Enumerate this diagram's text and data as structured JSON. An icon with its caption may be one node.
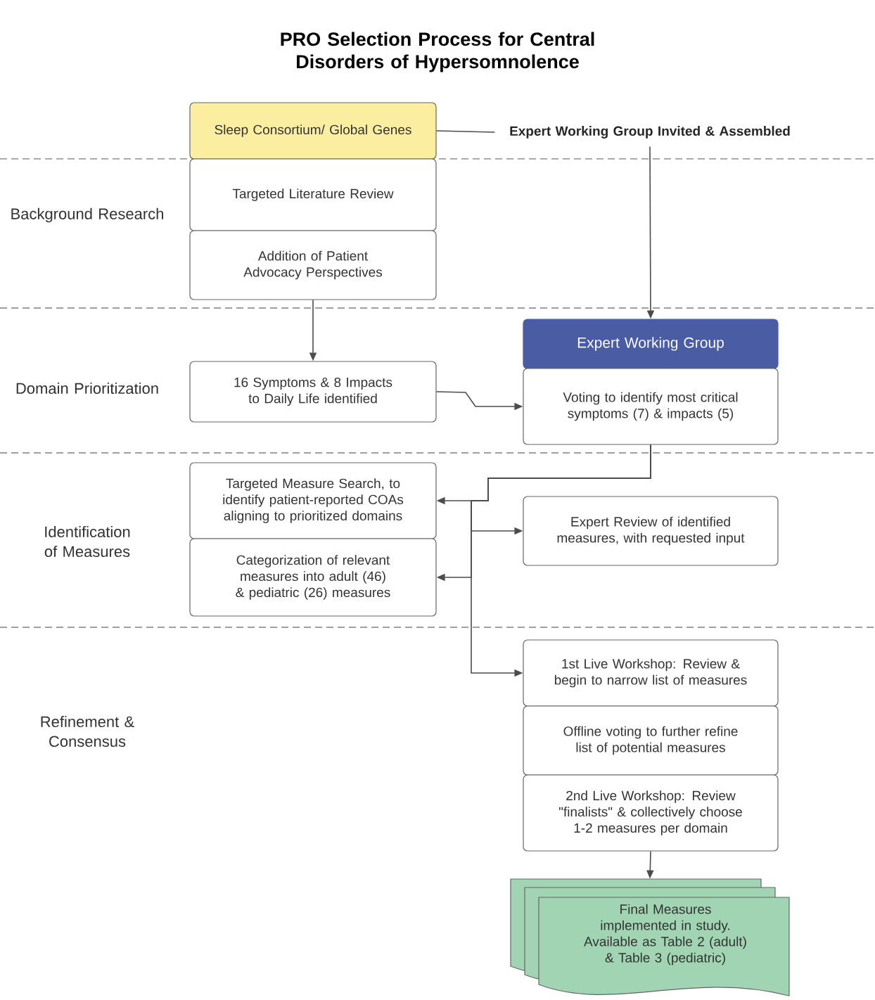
{
  "diagram": {
    "title": "PRO Selection Process for Central Disorders of Hypersomnolence",
    "nodes": [
      {
        "text": [
          "Sleep Consortium/ Global Genes"
        ]
      },
      {
        "text": [
          "Targeted Literature Review"
        ]
      },
      {
        "text": [
          "Addition of Patient Advocacy Perspectives"
        ]
      },
      {
        "text": [
          "Expert Working Group Invited & Assembled"
        ]
      },
      {
        "text": [
          "16 Symptoms & 8 Impacts to Daily Life identified"
        ]
      },
      {
        "text": [
          "Expert Working Group"
        ]
      },
      {
        "text": [
          "Voting to identify most critical symptoms (7) & impacts (5)"
        ]
      },
      {
        "text": [
          "Targeted Measure Search, to identify patient-reported COAs aligning to prioritized domains"
        ]
      },
      {
        "text": [
          "Categorization of relevant measures into adult (46) & pediatric (26) measures"
        ]
      },
      {
        "text": [
          "Expert Review of identified measures, with requested input"
        ]
      },
      {
        "text": [
          "1st Live Workshop: Review & begin to narrow list of measures"
        ]
      },
      {
        "text": [
          "Offline voting to further refine list of potential measures"
        ]
      },
      {
        "text": [
          "2nd Live Workshop: Review \"finalists\" & collectively choose 1-2 measures per domain"
        ]
      },
      {
        "text": [
          "Final Measures implemented in study.",
          "Available as Table 2 (adult) & Table 3 (pediatric)"
        ]
      }
    ],
    "edges": [
      {
        "from": 0,
        "to": 3,
        "arrow": "none"
      },
      {
        "from": 3,
        "to": 5,
        "arrow": "to"
      },
      {
        "from": 2,
        "to": 4,
        "arrow": "to"
      },
      {
        "from": 4,
        "to": 6,
        "arrow": "to"
      },
      {
        "from": 6,
        "to": 7,
        "arrow": "to"
      },
      {
        "from": 6,
        "to": 9,
        "arrow": "to"
      },
      {
        "from": 6,
        "to": 8,
        "arrow": "to"
      },
      {
        "from": 6,
        "to": 10,
        "arrow": "to"
      },
      {
        "from": 12,
        "to": 13,
        "arrow": "to"
      }
    ],
    "labels": [
      "Background Research",
      "Domain Prioritization",
      "Identification of Measures",
      "Refinement & Consensus"
    ]
  }
}
